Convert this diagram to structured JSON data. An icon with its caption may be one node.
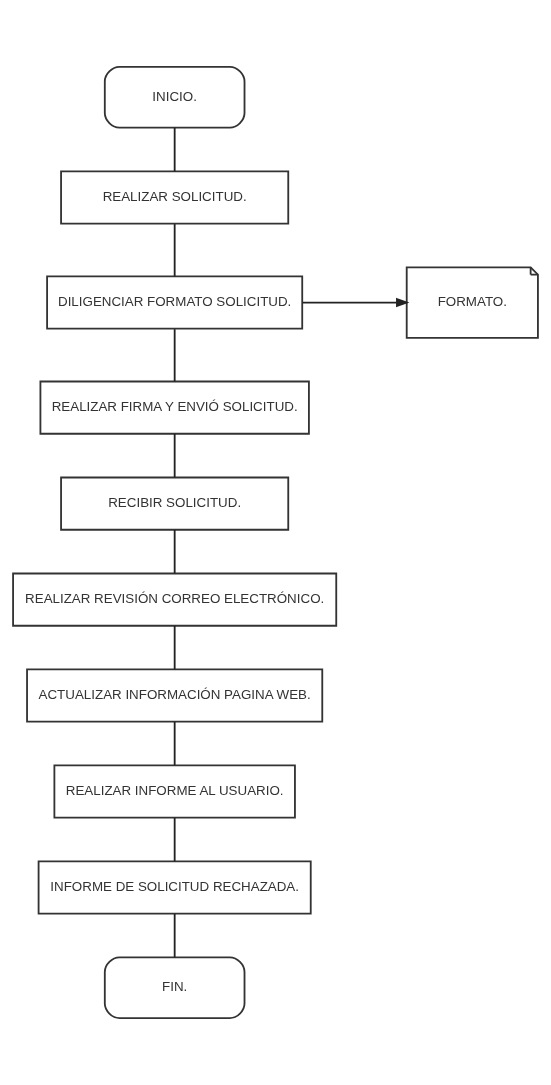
{
  "diagram": {
    "nodes": [
      {
        "text": [
          "INICIO."
        ]
      },
      {
        "text": [
          "REALIZAR SOLICITUD."
        ]
      },
      {
        "text": [
          "DILIGENCIAR FORMATO SOLICITUD."
        ]
      },
      {
        "text": [
          "FORMATO."
        ]
      },
      {
        "text": [
          "REALIZAR FIRMA Y ENVIÓ SOLICITUD."
        ]
      },
      {
        "text": [
          "RECIBIR SOLICITUD."
        ]
      },
      {
        "text": [
          "REALIZAR REVISIÓN CORREO ELECTRÓNICO."
        ]
      },
      {
        "text": [
          "ACTUALIZAR INFORMACIÓN PAGINA WEB."
        ]
      },
      {
        "text": [
          "REALIZAR INFORME AL USUARIO."
        ]
      },
      {
        "text": [
          "INFORME DE SOLICITUD RECHAZADA."
        ]
      },
      {
        "text": [
          "FIN."
        ]
      }
    ],
    "edges": [
      {
        "from": 0,
        "to": 1,
        "arrow": "none"
      },
      {
        "from": 1,
        "to": 2,
        "arrow": "none"
      },
      {
        "from": 2,
        "to": 3,
        "arrow": "to"
      },
      {
        "from": 2,
        "to": 4,
        "arrow": "none"
      },
      {
        "from": 4,
        "to": 5,
        "arrow": "none"
      },
      {
        "from": 5,
        "to": 6,
        "arrow": "none"
      },
      {
        "from": 6,
        "to": 7,
        "arrow": "none"
      },
      {
        "from": 7,
        "to": 8,
        "arrow": "none"
      },
      {
        "from": 8,
        "to": 9,
        "arrow": "none"
      },
      {
        "from": 9,
        "to": 10,
        "arrow": "none"
      }
    ]
  }
}
